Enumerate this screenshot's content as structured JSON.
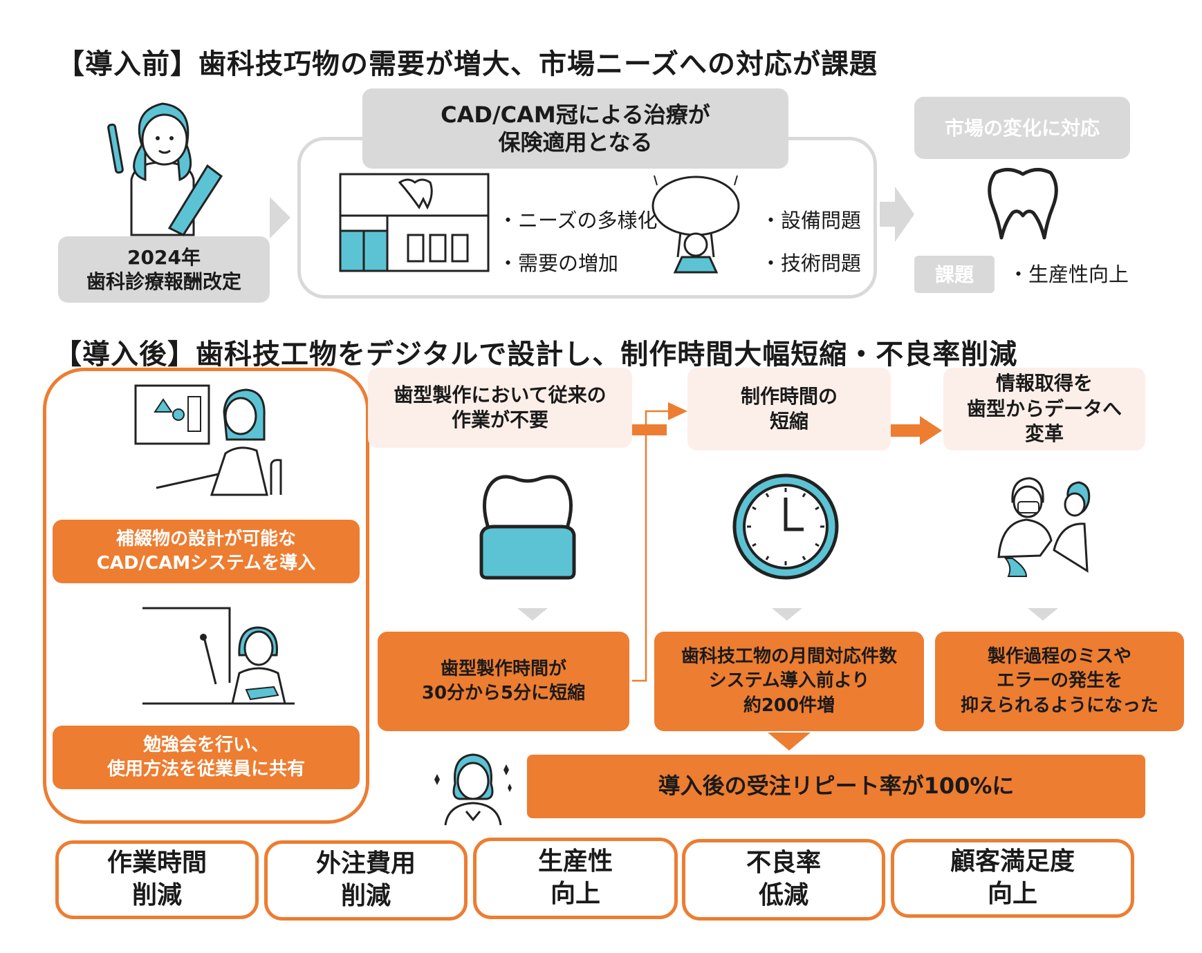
{
  "before": {
    "heading": "【導入前】歯科技巧物の需要が増大、市場ニーズへの対応が課題",
    "revision_label": "2024年\n歯科診療報酬改定",
    "insurance_label": "CAD/CAM冠による治療が\n保険適用となる",
    "bullets_left": [
      "・ニーズの多様化",
      "・需要の増加"
    ],
    "bullets_right": [
      "・設備問題",
      "・技術問題"
    ],
    "market_label": "市場の変化に対応",
    "issue_tag": "課題",
    "issue_text": "・生産性向上"
  },
  "after": {
    "heading": "【導入後】歯科技工物をデジタルで設計し、制作時間大幅短縮・不良率削減",
    "left_panel": {
      "item1": "補綴物の設計が可能な\nCAD/CAMシステムを導入",
      "item2": "勉強会を行い、\n使用方法を従業員に共有"
    },
    "columns": [
      {
        "header": "歯型製作において従来の\n作業が不要",
        "result": "歯型製作時間が\n30分から5分に短縮"
      },
      {
        "header": "制作時間の\n短縮",
        "result": "歯科技工物の月間対応件数\nシステム導入前より\n約200件増"
      },
      {
        "header": "情報取得を\n歯型からデータへ\n変革",
        "result": "製作過程のミスや\nエラーの発生を\n抑えられるようになった"
      }
    ],
    "repeat_rate": "導入後の受注リピート率が100%に"
  },
  "benefits": [
    "作業時間\n削減",
    "外注費用\n削減",
    "生産性\n向上",
    "不良率\n低減",
    "顧客満足度\n向上"
  ],
  "colors": {
    "orange": "#ed7d31",
    "gray": "#d9d9d9",
    "pale": "#fcefe9",
    "teal": "#5bc3d4"
  }
}
